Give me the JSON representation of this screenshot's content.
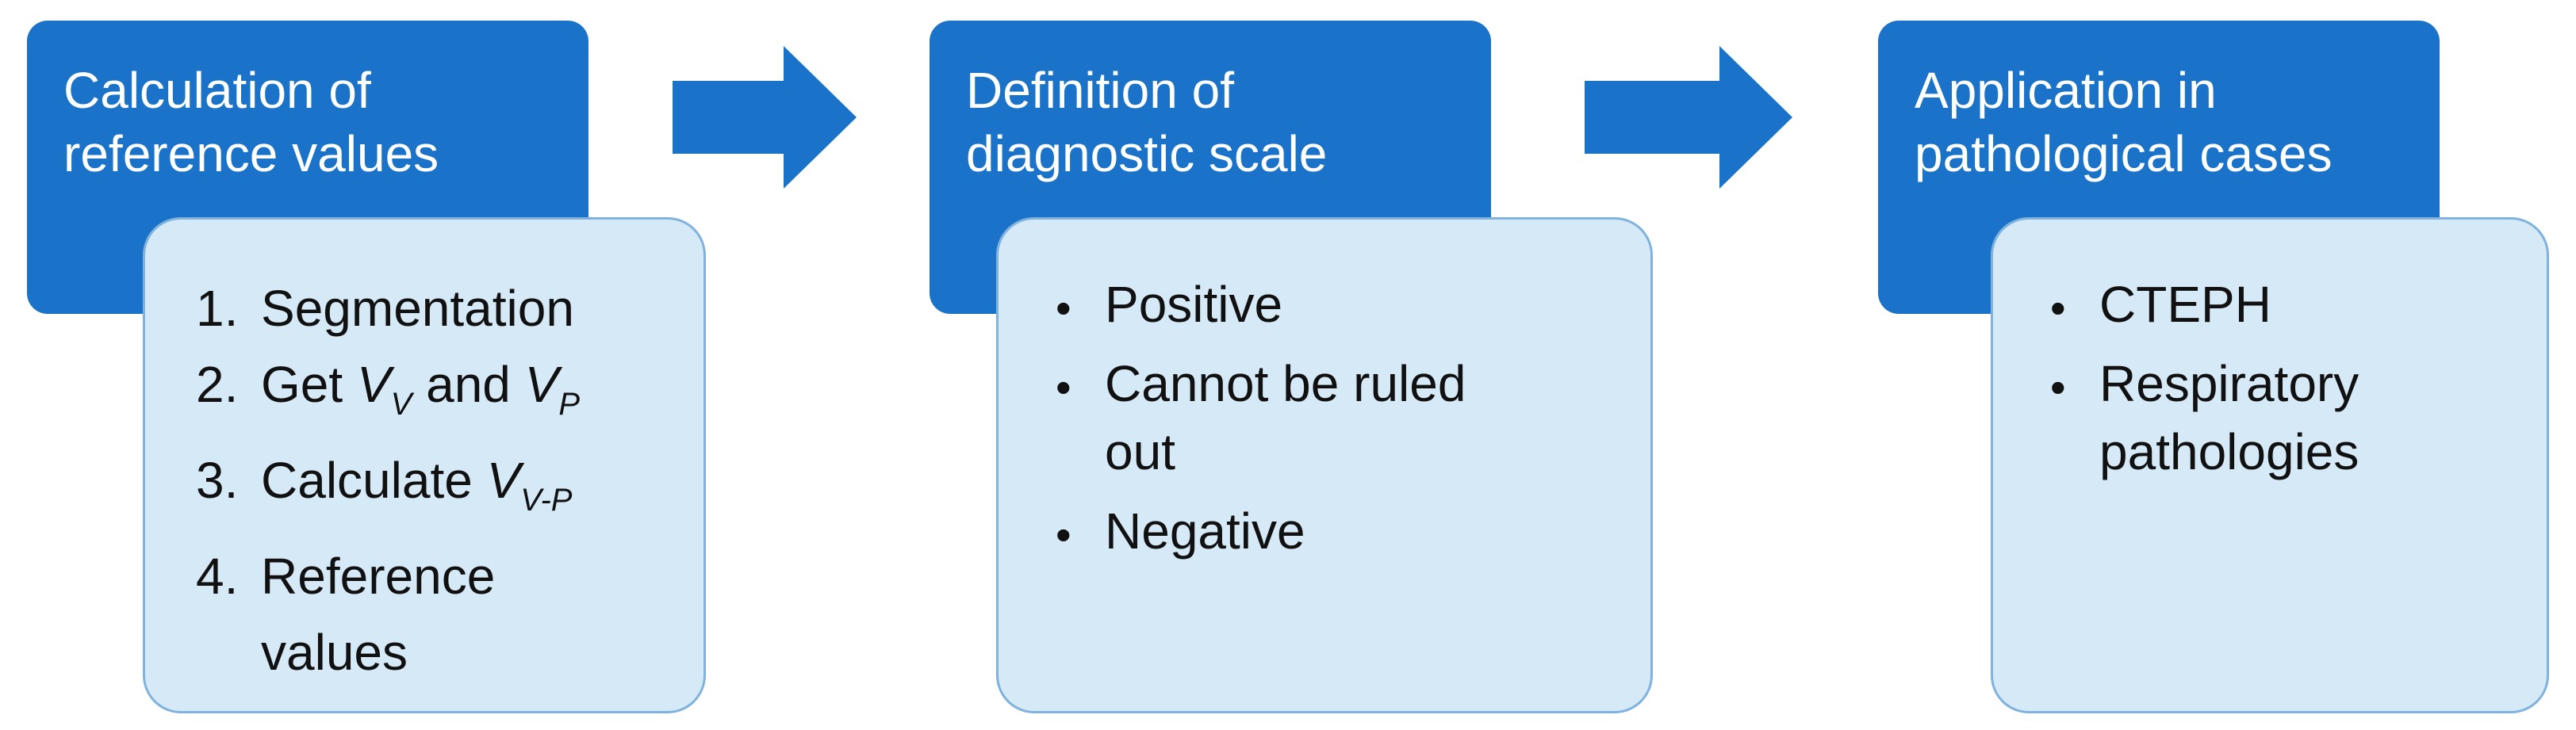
{
  "steps": [
    {
      "header": {
        "line1": "Calculation of",
        "line2": "reference values"
      },
      "items": [
        {
          "num": "1.",
          "text": "Segmentation"
        },
        {
          "num": "2.",
          "prefix": "Get ",
          "sym1": "V",
          "sub1": "V",
          "mid": " and ",
          "sym2": "V",
          "sub2": "P"
        },
        {
          "num": "3.",
          "prefix": "Calculate ",
          "sym1": "V",
          "sub1": "V-P"
        },
        {
          "num": "4.",
          "line1": "Reference",
          "line2": "values"
        }
      ]
    },
    {
      "header": {
        "line1": "Definition of",
        "line2": "diagnostic scale"
      },
      "bullets": [
        {
          "line1": "Positive"
        },
        {
          "line1": "Cannot be ruled",
          "line2": "out"
        },
        {
          "line1": "Negative"
        }
      ]
    },
    {
      "header": {
        "line1": "Application in",
        "line2": "pathological cases"
      },
      "bullets": [
        {
          "line1": "CTEPH"
        },
        {
          "line1": "Respiratory",
          "line2": "pathologies"
        }
      ]
    }
  ],
  "bullet_glyph": "•",
  "colors": {
    "header_fill": "#1a73c9",
    "detail_fill": "#d6e9f7",
    "detail_border": "#7fb2dd",
    "arrow_fill": "#1a73c9"
  }
}
